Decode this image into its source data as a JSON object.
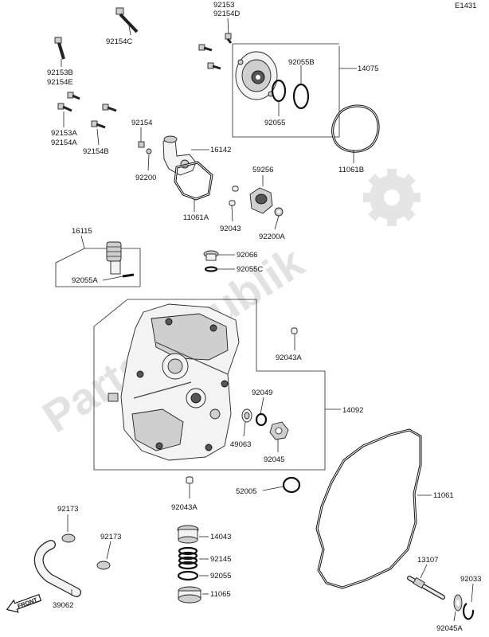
{
  "page": {
    "diagram_code": "E1431"
  },
  "watermark": {
    "text": "PartsRepublik"
  },
  "labels": {
    "p92153": "92153",
    "p92154D": "92154D",
    "p92154C": "92154C",
    "p92153B": "92153B",
    "p92154E": "92154E",
    "p92153A": "92153A",
    "p92154A": "92154A",
    "p92154B": "92154B",
    "p92154": "92154",
    "p92200": "92200",
    "p16142": "16142",
    "p11061A": "11061A",
    "p92055B": "92055B",
    "p14075": "14075",
    "p92055": "92055",
    "p11061B": "11061B",
    "p59256": "59256",
    "p92043": "92043",
    "p92200A": "92200A",
    "p16115": "16115",
    "p92055A": "92055A",
    "p92066": "92066",
    "p92055C": "92055C",
    "p92043A_top": "92043A",
    "p92049": "92049",
    "p14092": "14092",
    "p49063": "49063",
    "p92045": "92045",
    "p52005": "52005",
    "p92043A_bot": "92043A",
    "p11061": "11061",
    "p92173_a": "92173",
    "p92173_b": "92173",
    "p14043": "14043",
    "p92145": "92145",
    "p92055_bot": "92055",
    "p11065": "11065",
    "p39062": "39062",
    "p13107": "13107",
    "p92033": "92033",
    "p92045A": "92045A",
    "front": "FRONT"
  }
}
